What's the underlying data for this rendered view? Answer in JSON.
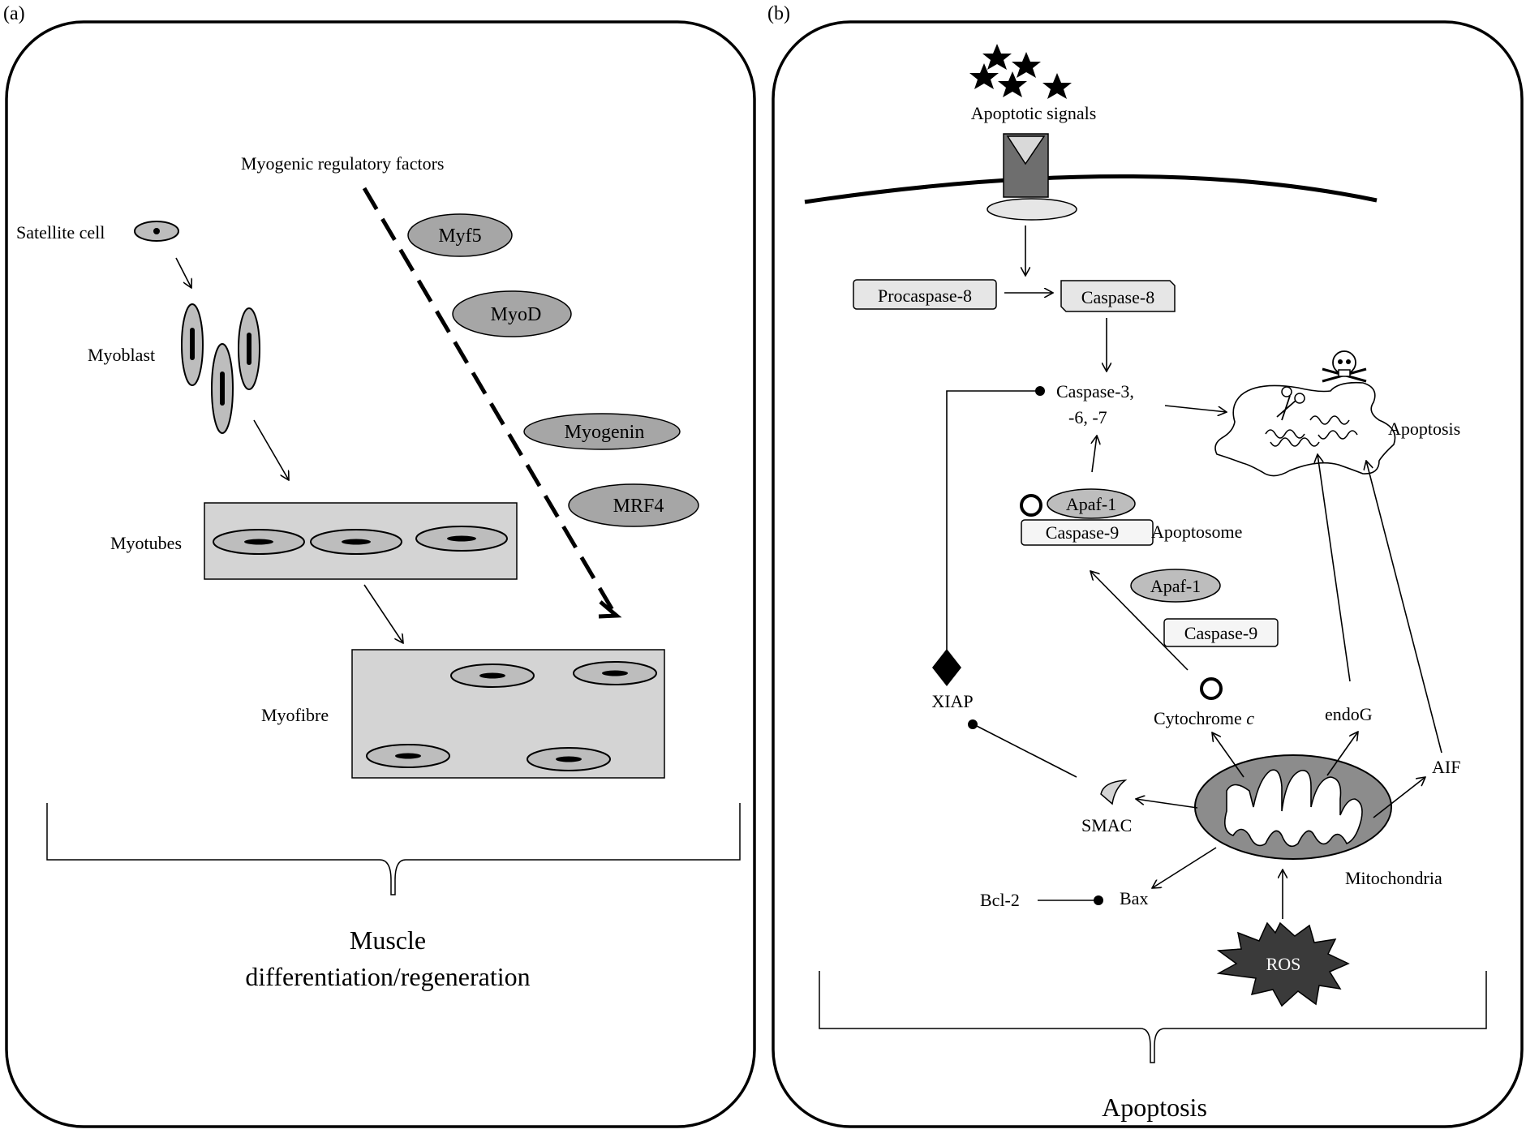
{
  "panels": [
    {
      "id": "a",
      "label": "(a)"
    },
    {
      "id": "b",
      "label": "(b)"
    }
  ],
  "panel_a": {
    "header": "Myogenic regulatory factors",
    "stages": {
      "satellite": "Satellite cell",
      "myoblast": "Myoblast",
      "myotubes": "Myotubes",
      "myofibre": "Myofibre"
    },
    "factors": [
      "Myf5",
      "MyoD",
      "Myogenin",
      "MRF4"
    ],
    "caption_line1": "Muscle",
    "caption_line2": "differentiation/regeneration"
  },
  "panel_b": {
    "signals": "Apoptotic signals",
    "procaspase8": "Procaspase-8",
    "caspase8": "Caspase-8",
    "caspase3_line1": "Caspase-3,",
    "caspase3_line2": "-6, -7",
    "apoptosis_label": "Apoptosis",
    "apaf1": "Apaf-1",
    "caspase9": "Caspase-9",
    "apoptosome": "Apoptosome",
    "apaf1_free": "Apaf-1",
    "caspase9_free": "Caspase-9",
    "xiap": "XIAP",
    "cytochrome": "Cytochrome",
    "cytochrome_c": "c",
    "endog": "endoG",
    "aif": "AIF",
    "smac": "SMAC",
    "bcl2": "Bcl-2",
    "bax": "Bax",
    "mitochondria": "Mitochondria",
    "ros": "ROS",
    "caption": "Apoptosis"
  },
  "colors": {
    "outline": "#000000",
    "factor_fill": "#a6a6a6",
    "box_fill": "#d4d4d4",
    "cell_fill": "#bdbdbd",
    "receptor_fill": "#6e6e6e",
    "ros_fill": "#3a3a3a",
    "caspase_box_fill": "#e6e6e6"
  }
}
